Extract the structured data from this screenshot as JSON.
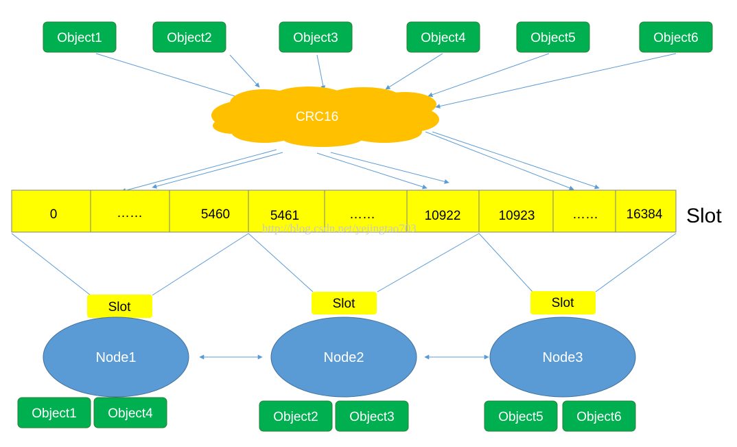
{
  "objects_top": [
    "Object1",
    "Object2",
    "Object3",
    "Object4",
    "Object5",
    "Object6"
  ],
  "hash": {
    "label": "CRC16"
  },
  "slot_cells": [
    "0",
    "……",
    "5460",
    "5461",
    "……",
    "10922",
    "10923",
    "……",
    "16384"
  ],
  "slot_axis_label": "Slot",
  "watermark": "http://blog.csdn.net/yejingtao703",
  "nodes": [
    {
      "name": "Node1",
      "slot_tag": "Slot",
      "objects": [
        "Object1",
        "Object4"
      ]
    },
    {
      "name": "Node2",
      "slot_tag": "Slot",
      "objects": [
        "Object2",
        "Object3"
      ]
    },
    {
      "name": "Node3",
      "slot_tag": "Slot",
      "objects": [
        "Object5",
        "Object6"
      ]
    }
  ],
  "colors": {
    "object_fill": "#00b050",
    "object_stroke": "#2e7d32",
    "cloud": "#ffc000",
    "slot_fill": "#ffff00",
    "node_fill": "#5b9bd5",
    "node_stroke": "#41719c",
    "connector": "#5b9bd5",
    "divider": "#7f7f7f"
  }
}
